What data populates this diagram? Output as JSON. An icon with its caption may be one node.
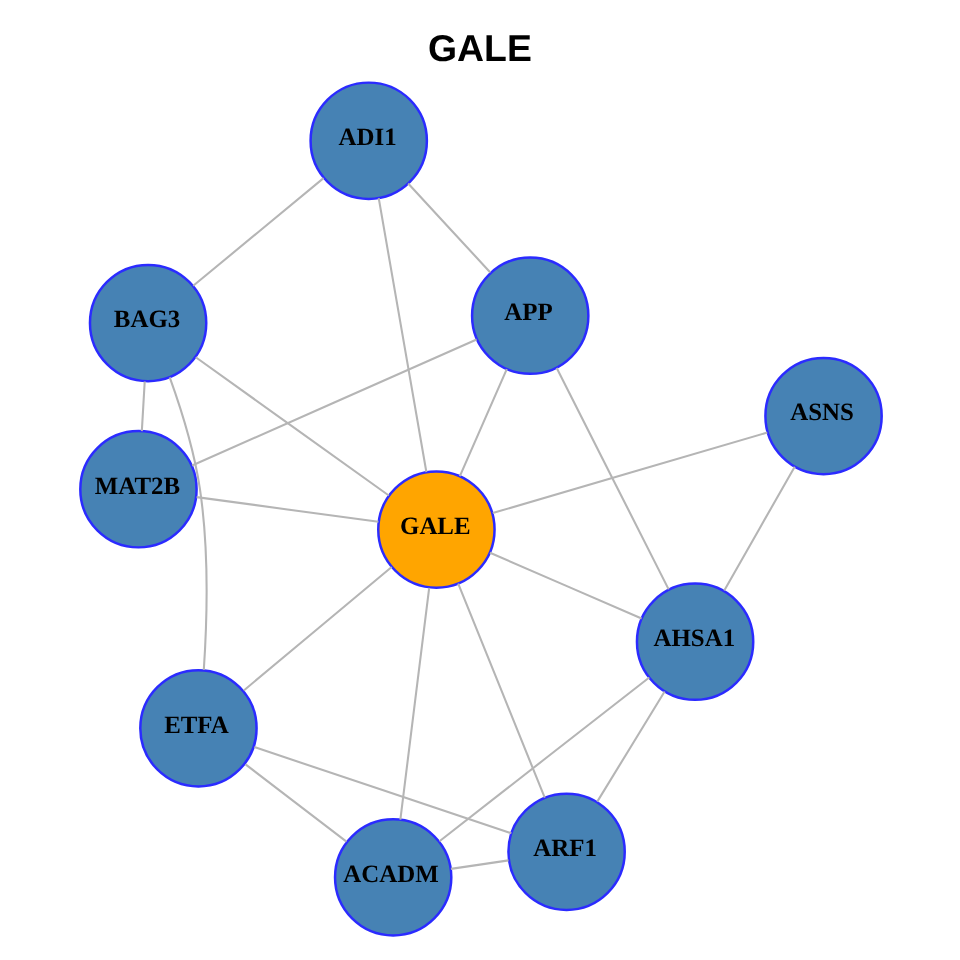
{
  "diagram": {
    "title": "GALE",
    "nodes": [
      {
        "text": [
          "MAT2B"
        ]
      },
      {
        "text": [
          "APP"
        ]
      },
      {
        "text": [
          "ADI1"
        ]
      },
      {
        "text": [
          "ASNS"
        ]
      },
      {
        "text": [
          "GALE"
        ]
      },
      {
        "text": [
          "AHSA1"
        ]
      },
      {
        "text": [
          "BAG3"
        ]
      },
      {
        "text": [
          "ACADM"
        ]
      },
      {
        "text": [
          "ETFA"
        ]
      },
      {
        "text": [
          "ARF1"
        ]
      }
    ],
    "edges": [
      {
        "from": 0,
        "to": 1,
        "arrow": "none"
      },
      {
        "from": 0,
        "to": 4,
        "arrow": "none"
      },
      {
        "from": 0,
        "to": 6,
        "arrow": "none"
      },
      {
        "from": 1,
        "to": 2,
        "arrow": "none"
      },
      {
        "from": 1,
        "to": 4,
        "arrow": "none"
      },
      {
        "from": 1,
        "to": 5,
        "arrow": "none"
      },
      {
        "from": 2,
        "to": 6,
        "arrow": "none"
      },
      {
        "from": 2,
        "to": 4,
        "arrow": "none"
      },
      {
        "from": 3,
        "to": 4,
        "arrow": "none"
      },
      {
        "from": 3,
        "to": 5,
        "arrow": "none"
      },
      {
        "from": 4,
        "to": 6,
        "arrow": "none"
      },
      {
        "from": 4,
        "to": 5,
        "arrow": "none"
      },
      {
        "from": 4,
        "to": 8,
        "arrow": "none"
      },
      {
        "from": 4,
        "to": 7,
        "arrow": "none"
      },
      {
        "from": 4,
        "to": 9,
        "arrow": "none"
      },
      {
        "from": 6,
        "to": 8,
        "arrow": "none"
      },
      {
        "from": 5,
        "to": 7,
        "arrow": "none"
      },
      {
        "from": 5,
        "to": 9,
        "arrow": "none"
      },
      {
        "from": 8,
        "to": 7,
        "arrow": "none"
      },
      {
        "from": 8,
        "to": 9,
        "arrow": "none"
      },
      {
        "from": 7,
        "to": 9,
        "arrow": "none"
      }
    ]
  }
}
